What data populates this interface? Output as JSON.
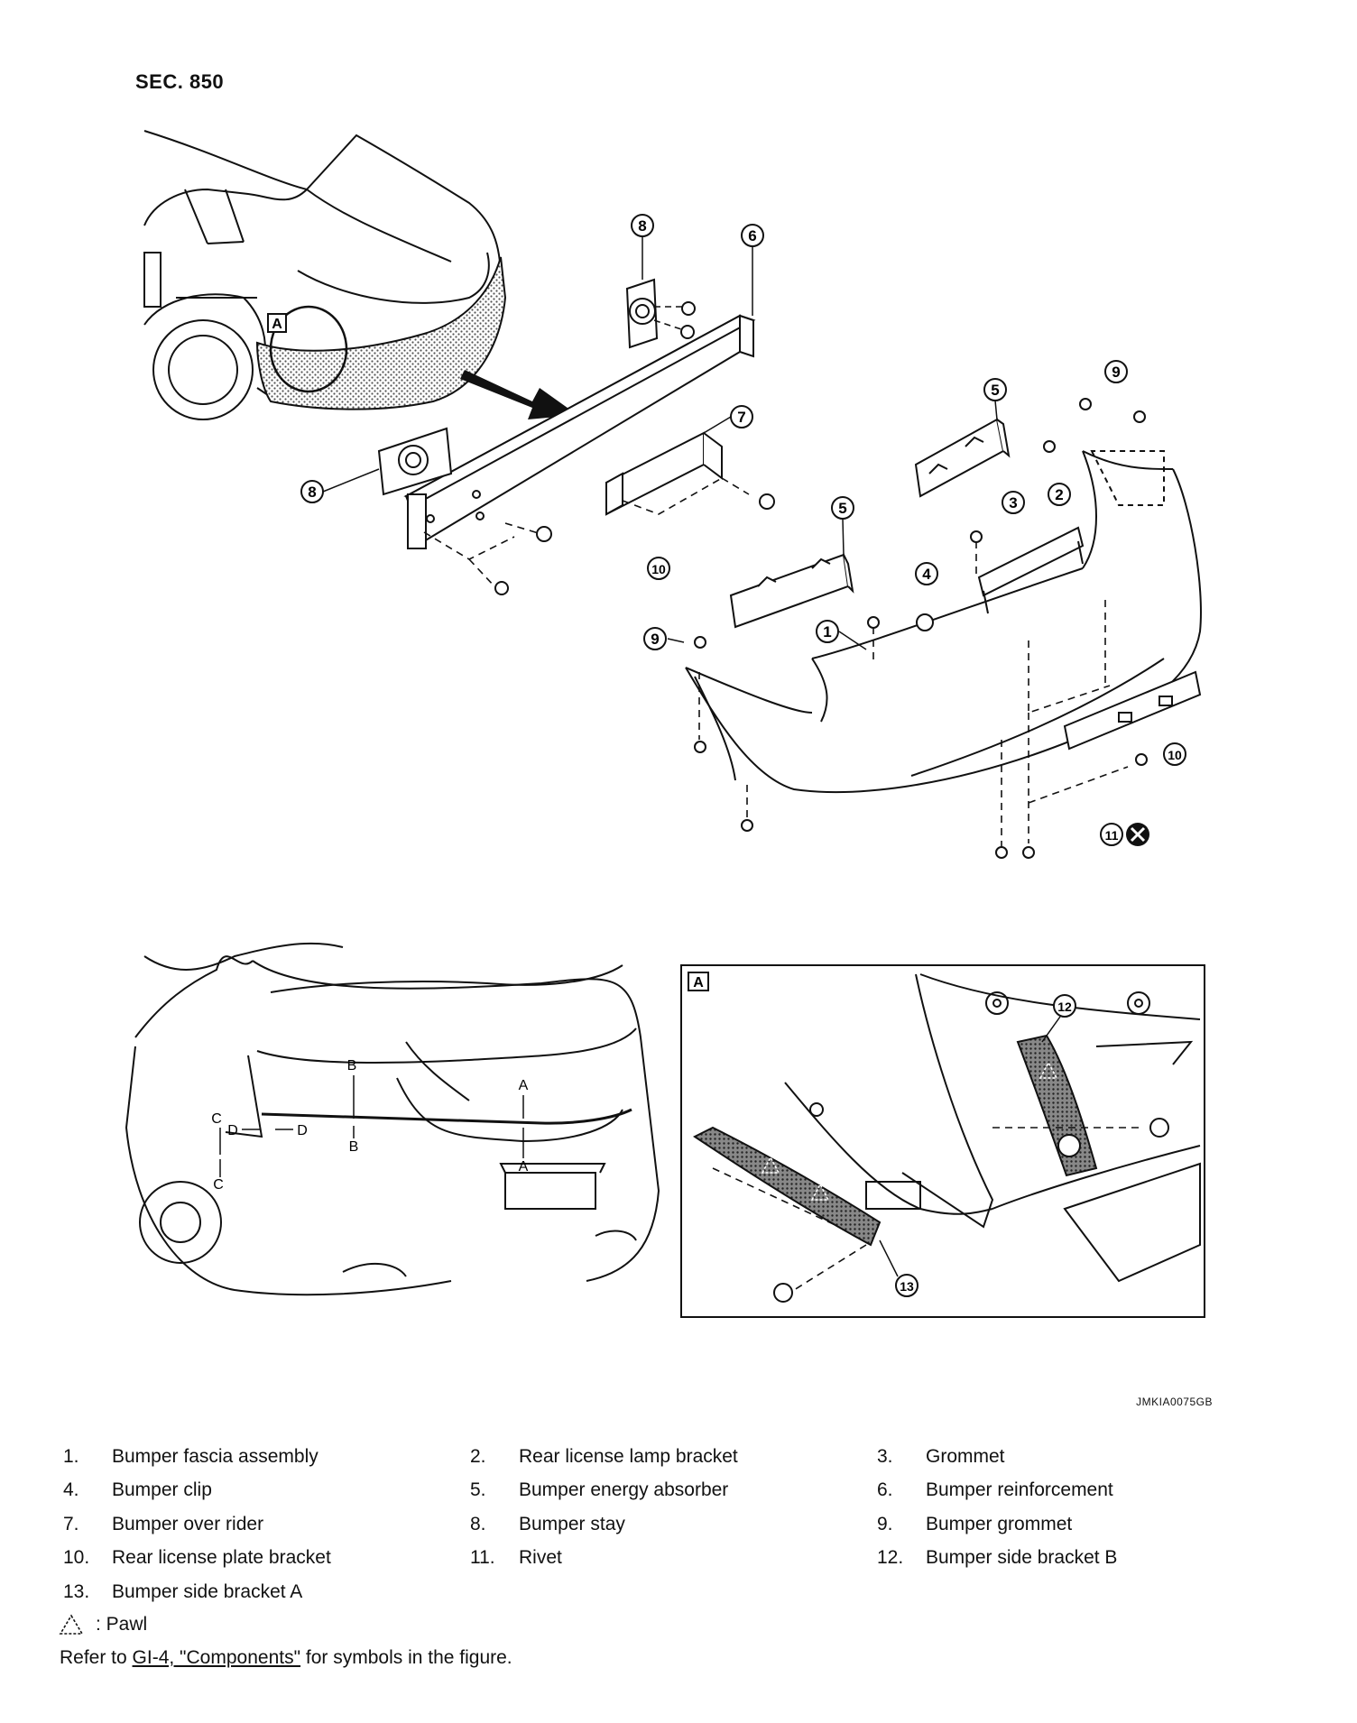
{
  "section_title": "SEC. 850",
  "figure_code": "JMKIA0075GB",
  "detail_label": "A",
  "callouts": [
    "1",
    "2",
    "3",
    "4",
    "5",
    "6",
    "7",
    "8",
    "9",
    "10",
    "11",
    "12",
    "13"
  ],
  "trim_marks": [
    "A",
    "B",
    "C",
    "D"
  ],
  "legend": [
    {
      "num": "1.",
      "label": "Bumper fascia assembly"
    },
    {
      "num": "2.",
      "label": "Rear license lamp bracket"
    },
    {
      "num": "3.",
      "label": "Grommet"
    },
    {
      "num": "4.",
      "label": "Bumper clip"
    },
    {
      "num": "5.",
      "label": "Bumper energy absorber"
    },
    {
      "num": "6.",
      "label": "Bumper reinforcement"
    },
    {
      "num": "7.",
      "label": "Bumper over rider"
    },
    {
      "num": "8.",
      "label": "Bumper stay"
    },
    {
      "num": "9.",
      "label": "Bumper grommet"
    },
    {
      "num": "10.",
      "label": "Rear license plate bracket"
    },
    {
      "num": "11.",
      "label": "Rivet"
    },
    {
      "num": "12.",
      "label": "Bumper side bracket B"
    },
    {
      "num": "13.",
      "label": "Bumper side bracket A"
    }
  ],
  "pawl_label": ": Pawl",
  "refer": {
    "prefix": "Refer to ",
    "link": "GI-4, \"Components\"",
    "suffix": " for symbols in the figure."
  }
}
